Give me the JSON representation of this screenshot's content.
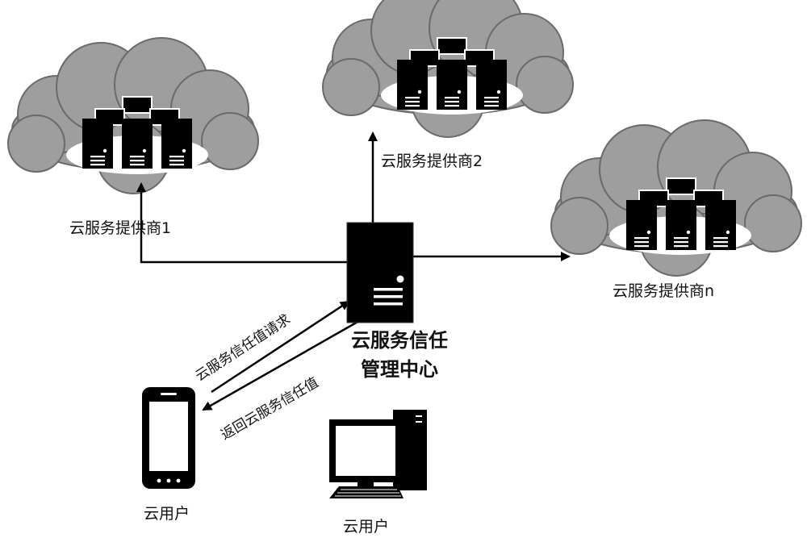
{
  "providers": [
    {
      "label": "云服务提供商1"
    },
    {
      "label": "云服务提供商2"
    },
    {
      "label": "云服务提供商n"
    }
  ],
  "center": {
    "line1": "云服务信任",
    "line2": "管理中心"
  },
  "arrows": {
    "request": "云服务信任值请求",
    "response": "返回云服务信任值"
  },
  "users": {
    "mobile": "云用户",
    "desktop": "云用户"
  },
  "colors": {
    "cloud": "#9e9e9e",
    "cloud_stroke": "#6f6f6f",
    "line": "#000000",
    "device": "#000000"
  }
}
